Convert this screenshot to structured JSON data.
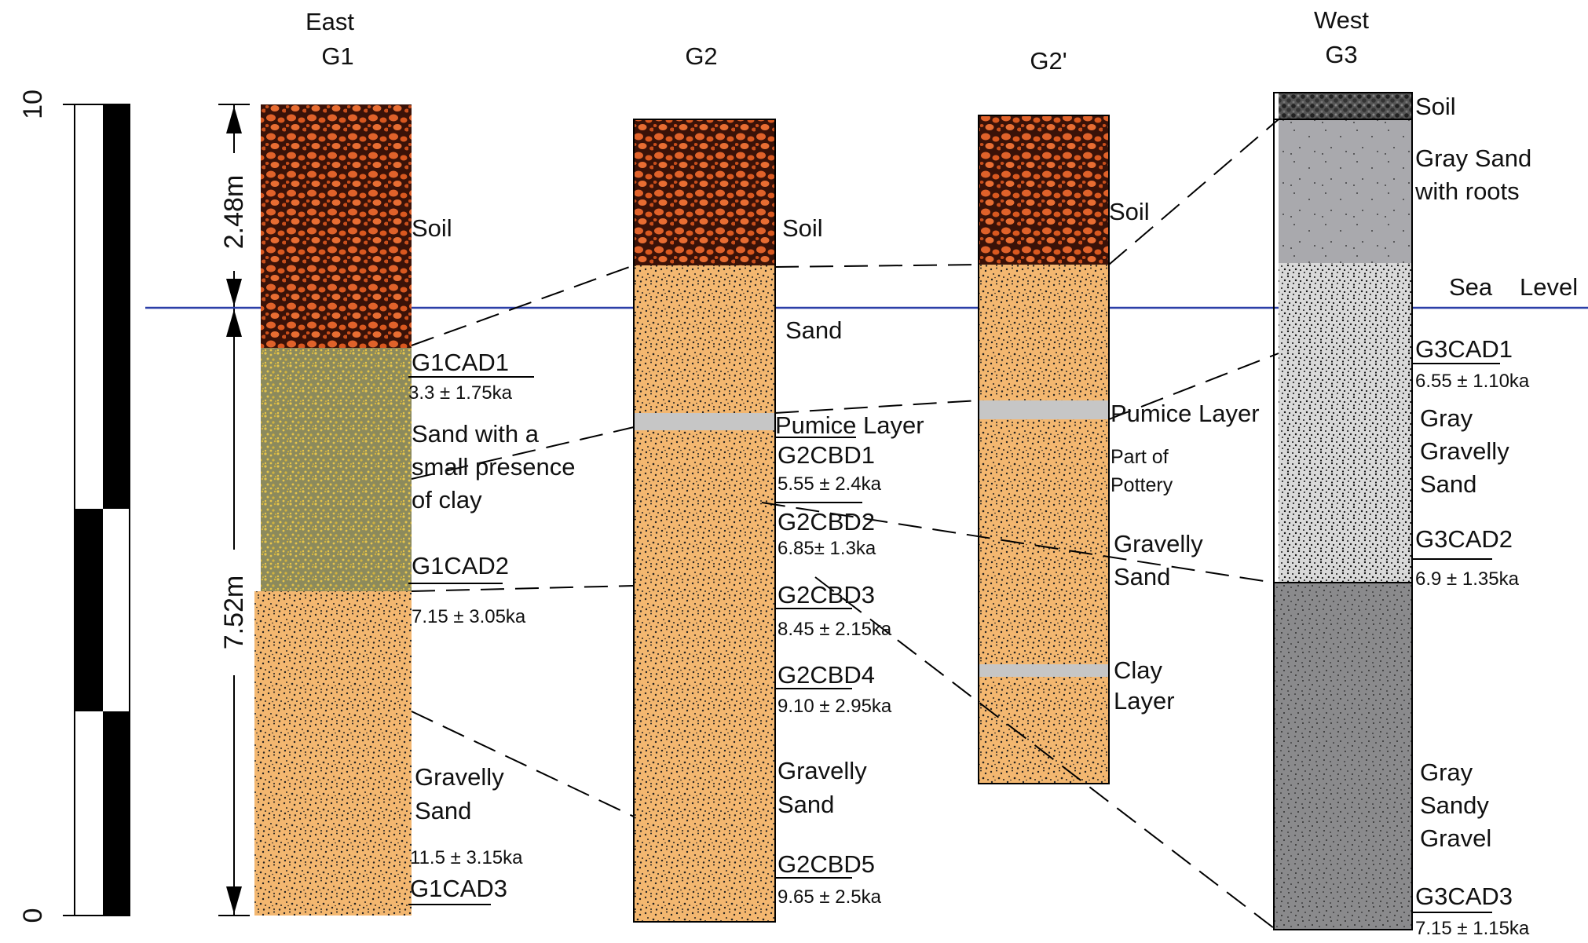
{
  "headers": {
    "g1_dir": "East",
    "g1": "G1",
    "g2": "G2",
    "g2p": "G2'",
    "g3_dir": "West",
    "g3": "G3"
  },
  "scale": {
    "top": "10",
    "bottom": "0"
  },
  "dimensions": {
    "upper": "2.48m",
    "lower": "7.52m"
  },
  "sea_level": {
    "word1": "Sea",
    "word2": "Level"
  },
  "g1": {
    "soil": "Soil",
    "sample1": "G1CAD1",
    "age1": "3.3 ± 1.75ka",
    "clay_line1": "Sand with a",
    "clay_line2": "small presence",
    "clay_line3": "of clay",
    "sample2": "G1CAD2",
    "age2": "7.15 ± 3.05ka",
    "gs_line1": "Gravelly",
    "gs_line2": "Sand",
    "age3": "11.5 ± 3.15ka",
    "sample3": "G1CAD3"
  },
  "g2": {
    "soil": "Soil",
    "sand": "Sand",
    "pumice": "Pumice Layer",
    "sample1": "G2CBD1",
    "age1": "5.55 ± 2.4ka",
    "sample2": "G2CBD2",
    "age2": "6.85± 1.3ka",
    "sample3": "G2CBD3",
    "age3": "8.45 ± 2.15ka",
    "sample4": "G2CBD4",
    "age4": "9.10 ± 2.95ka",
    "gs_line1": "Gravelly",
    "gs_line2": "Sand",
    "sample5": "G2CBD5",
    "age5": "9.65 ± 2.5ka"
  },
  "g2p": {
    "soil": "Soil",
    "pumice": "Pumice Layer",
    "pottery1": "Part of",
    "pottery2": "Pottery",
    "gs_line1": "Gravelly",
    "gs_line2": "Sand",
    "clay1": "Clay",
    "clay2": "Layer"
  },
  "g3": {
    "soil": "Soil",
    "gsr_line1": "Gray  Sand",
    "gsr_line2": "with roots",
    "sample1": "G3CAD1",
    "age1": "6.55 ± 1.10ka",
    "ggs_line1": "Gray",
    "ggs_line2": "Gravelly",
    "ggs_line3": "Sand",
    "sample2": "G3CAD2",
    "age2": "6.9 ± 1.35ka",
    "gsg_line1": "Gray",
    "gsg_line2": "Sandy",
    "gsg_line3": "Gravel",
    "sample3": "G3CAD3",
    "age3": "7.15 ± 1.15ka"
  },
  "colors": {
    "soil_base": "#3a1208",
    "soil_pebble": "#e0622a",
    "sand": "#f3b770",
    "clayey_sand": "#8c8a5c",
    "pumice": "#c6c6c6",
    "light_gray_sand": "#d9d9d9",
    "gray_sand": "#a9a9ad",
    "gray_gravel": "#8a8a8c",
    "sea_level": "#2b3fa8"
  }
}
